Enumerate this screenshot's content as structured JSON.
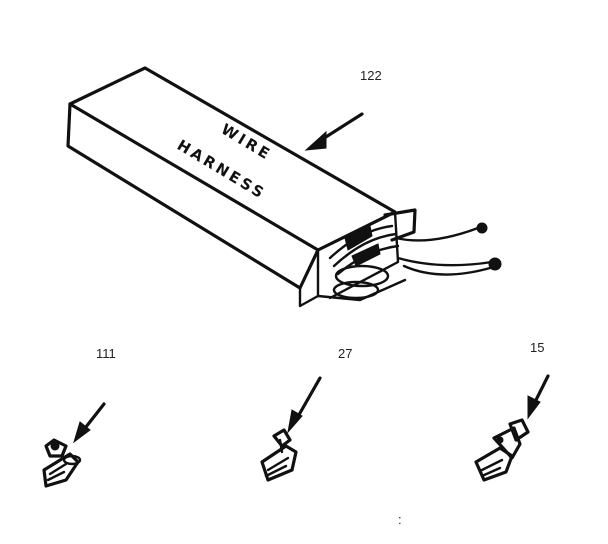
{
  "diagram": {
    "box_label_line1": "WIRE",
    "box_label_line2": "HARNESS",
    "callouts": {
      "harness": "122",
      "terminal_left": "111",
      "terminal_mid": "27",
      "terminal_right": "15"
    },
    "stray_mark": ":"
  }
}
